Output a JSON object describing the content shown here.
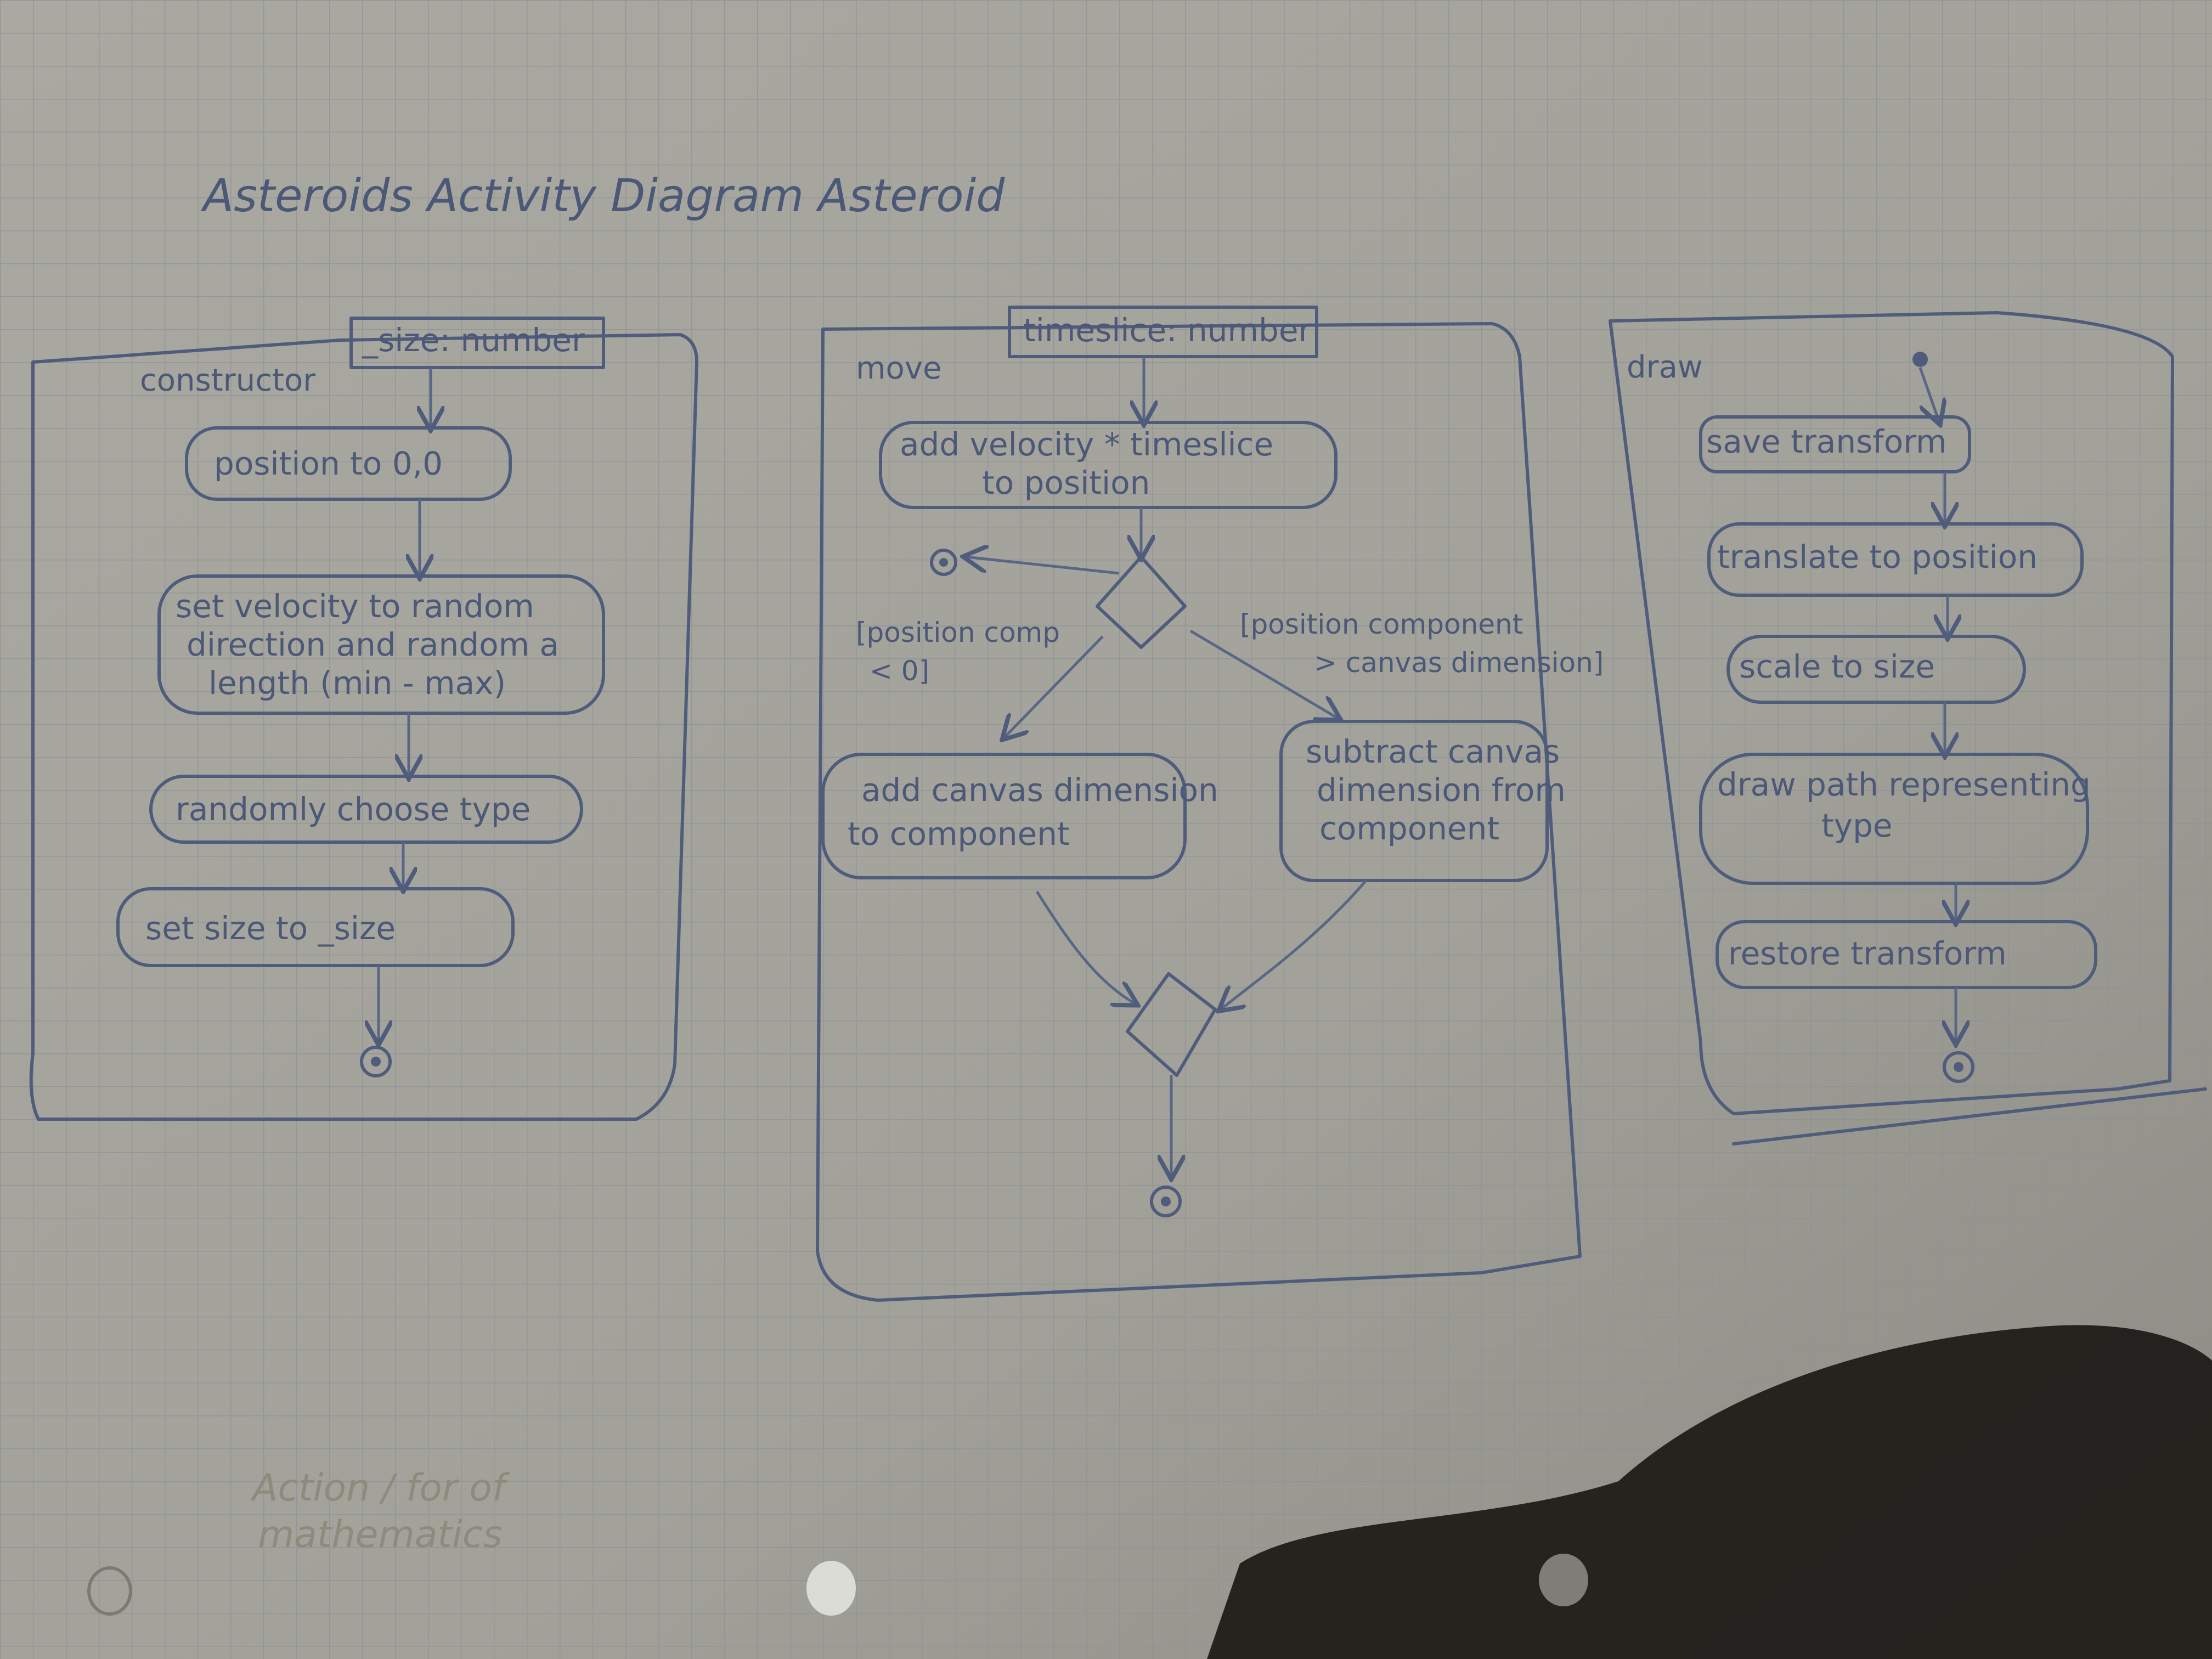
{
  "title": "Asteroids Activity Diagram Asteroid",
  "colors": {
    "paper": "#a5a59d",
    "grid": "#8e9096",
    "ink": "#4b5878",
    "shadow": "#1b1915"
  },
  "panels": {
    "constructor": {
      "label": "constructor",
      "param": "_size: number",
      "actions": [
        "position to 0,0",
        "set velocity to random",
        "direction and random a",
        "length (min - max)",
        "randomly choose type",
        "set size to _size"
      ]
    },
    "move": {
      "label": "move",
      "param": "timeslice: number",
      "actions": [
        "add velocity * timeslice",
        "to position",
        "add canvas dimension",
        "to component",
        "subtract canvas",
        "dimension from",
        "component"
      ],
      "guards": [
        "[position comp",
        "< 0]",
        "[position component",
        "> canvas dimension]"
      ]
    },
    "draw": {
      "label": "draw",
      "actions": [
        "save transform",
        "translate to position",
        "scale to size",
        "draw path representing",
        "type",
        "restore transform"
      ]
    }
  },
  "footer_note": {
    "line1": "Action / for of",
    "line2": "mathematics"
  }
}
